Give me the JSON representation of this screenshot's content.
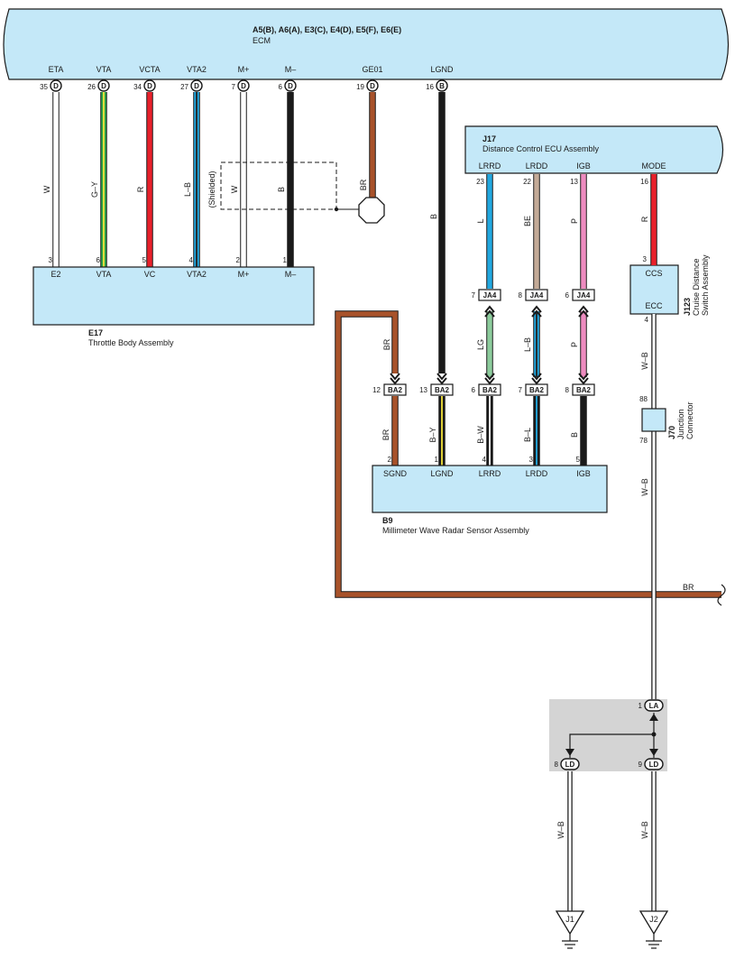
{
  "ecm": {
    "codes": "A5(B), A6(A), E3(C), E4(D), E5(F), E6(E)",
    "name": "ECM",
    "pins": [
      {
        "label": "ETA",
        "num": "35",
        "conn": "D"
      },
      {
        "label": "VTA",
        "num": "26",
        "conn": "D"
      },
      {
        "label": "VCTA",
        "num": "34",
        "conn": "D"
      },
      {
        "label": "VTA2",
        "num": "27",
        "conn": "D"
      },
      {
        "label": "M+",
        "num": "7",
        "conn": "D"
      },
      {
        "label": "M–",
        "num": "6",
        "conn": "D"
      },
      {
        "label": "GE01",
        "num": "19",
        "conn": "D"
      },
      {
        "label": "LGND",
        "num": "16",
        "conn": "B"
      }
    ]
  },
  "ecm_wires": [
    {
      "color_code": "W",
      "main": "#ffffff",
      "stripe": ""
    },
    {
      "color_code": "G–Y",
      "main": "#2ea84a",
      "stripe": "#f4e23a"
    },
    {
      "color_code": "R",
      "main": "#e8202a",
      "stripe": ""
    },
    {
      "color_code": "L–B",
      "main": "#22a8e0",
      "stripe": "#222222"
    },
    {
      "color_code": "W",
      "main": "#ffffff",
      "stripe": ""
    },
    {
      "color_code": "B",
      "main": "#1a1a1a",
      "stripe": ""
    },
    {
      "color_code": "BR",
      "main": "#a8522a",
      "stripe": ""
    },
    {
      "color_code": "B",
      "main": "#1a1a1a",
      "stripe": ""
    }
  ],
  "shielded_label": "(Shielded)",
  "throttle": {
    "code": "E17",
    "name": "Throttle Body Assembly",
    "pins": [
      {
        "label": "E2",
        "num": "3"
      },
      {
        "label": "VTA",
        "num": "6"
      },
      {
        "label": "VC",
        "num": "5"
      },
      {
        "label": "VTA2",
        "num": "4"
      },
      {
        "label": "M+",
        "num": "2"
      },
      {
        "label": "M–",
        "num": "1"
      }
    ]
  },
  "dcu": {
    "code": "J17",
    "name": "Distance Control ECU Assembly",
    "pins": [
      {
        "label": "LRRD",
        "num": "23"
      },
      {
        "label": "LRDD",
        "num": "22"
      },
      {
        "label": "IGB",
        "num": "13"
      },
      {
        "label": "MODE",
        "num": "16"
      }
    ]
  },
  "dcu_wires": [
    {
      "color_code": "L",
      "main": "#22a8e0",
      "stripe": ""
    },
    {
      "color_code": "BE",
      "main": "#c4ab98",
      "stripe": ""
    },
    {
      "color_code": "P",
      "main": "#ee8cc0",
      "stripe": ""
    },
    {
      "color_code": "R",
      "main": "#e8202a",
      "stripe": ""
    }
  ],
  "ja4": [
    {
      "num": "7",
      "tag": "JA4"
    },
    {
      "num": "8",
      "tag": "JA4"
    },
    {
      "num": "6",
      "tag": "JA4"
    }
  ],
  "mid_wires": [
    {
      "color_code": "LG",
      "main": "#8ccc9c",
      "stripe": ""
    },
    {
      "color_code": "L–B",
      "main": "#22a8e0",
      "stripe": "#222222"
    },
    {
      "color_code": "P",
      "main": "#ee8cc0",
      "stripe": ""
    }
  ],
  "ba2": [
    {
      "num": "12",
      "tag": "BA2"
    },
    {
      "num": "13",
      "tag": "BA2"
    },
    {
      "num": "6",
      "tag": "BA2"
    },
    {
      "num": "7",
      "tag": "BA2"
    },
    {
      "num": "8",
      "tag": "BA2"
    }
  ],
  "radar_wires": [
    {
      "color_code": "BR",
      "main": "#a8522a",
      "stripe": ""
    },
    {
      "color_code": "B–Y",
      "main": "#1a1a1a",
      "stripe": "#f4e23a"
    },
    {
      "color_code": "B–W",
      "main": "#1a1a1a",
      "stripe": "#ffffff"
    },
    {
      "color_code": "B–L",
      "main": "#1a1a1a",
      "stripe": "#22a8e0"
    },
    {
      "color_code": "B",
      "main": "#1a1a1a",
      "stripe": ""
    }
  ],
  "upper_br_label": "BR",
  "ecm_lgnd_wire_label": "B",
  "radar": {
    "code": "B9",
    "name": "Millimeter Wave Radar Sensor Assembly",
    "pins": [
      {
        "label": "SGND",
        "num": "2"
      },
      {
        "label": "LGND",
        "num": "1"
      },
      {
        "label": "LRRD",
        "num": "4"
      },
      {
        "label": "LRDD",
        "num": "3"
      },
      {
        "label": "IGB",
        "num": "5"
      }
    ]
  },
  "ccs": {
    "code": "J123",
    "name_line1": "Cruise Distance",
    "name_line2": "Switch Assembly",
    "top_label": "CCS",
    "bottom_label": "ECC",
    "top_pin": "3",
    "bottom_pin": "4"
  },
  "junction": {
    "code": "J70",
    "name_line1": "Junction",
    "name_line2": "Connector",
    "top_pin": "88",
    "bottom_pin": "78"
  },
  "wb_label": "W–B",
  "br_bottom_label": "BR",
  "la": {
    "num": "1",
    "tag": "LA"
  },
  "ld": [
    {
      "num": "8",
      "tag": "LD"
    },
    {
      "num": "9",
      "tag": "LD"
    }
  ],
  "grounds": [
    {
      "label": "J1"
    },
    {
      "label": "J2"
    }
  ]
}
